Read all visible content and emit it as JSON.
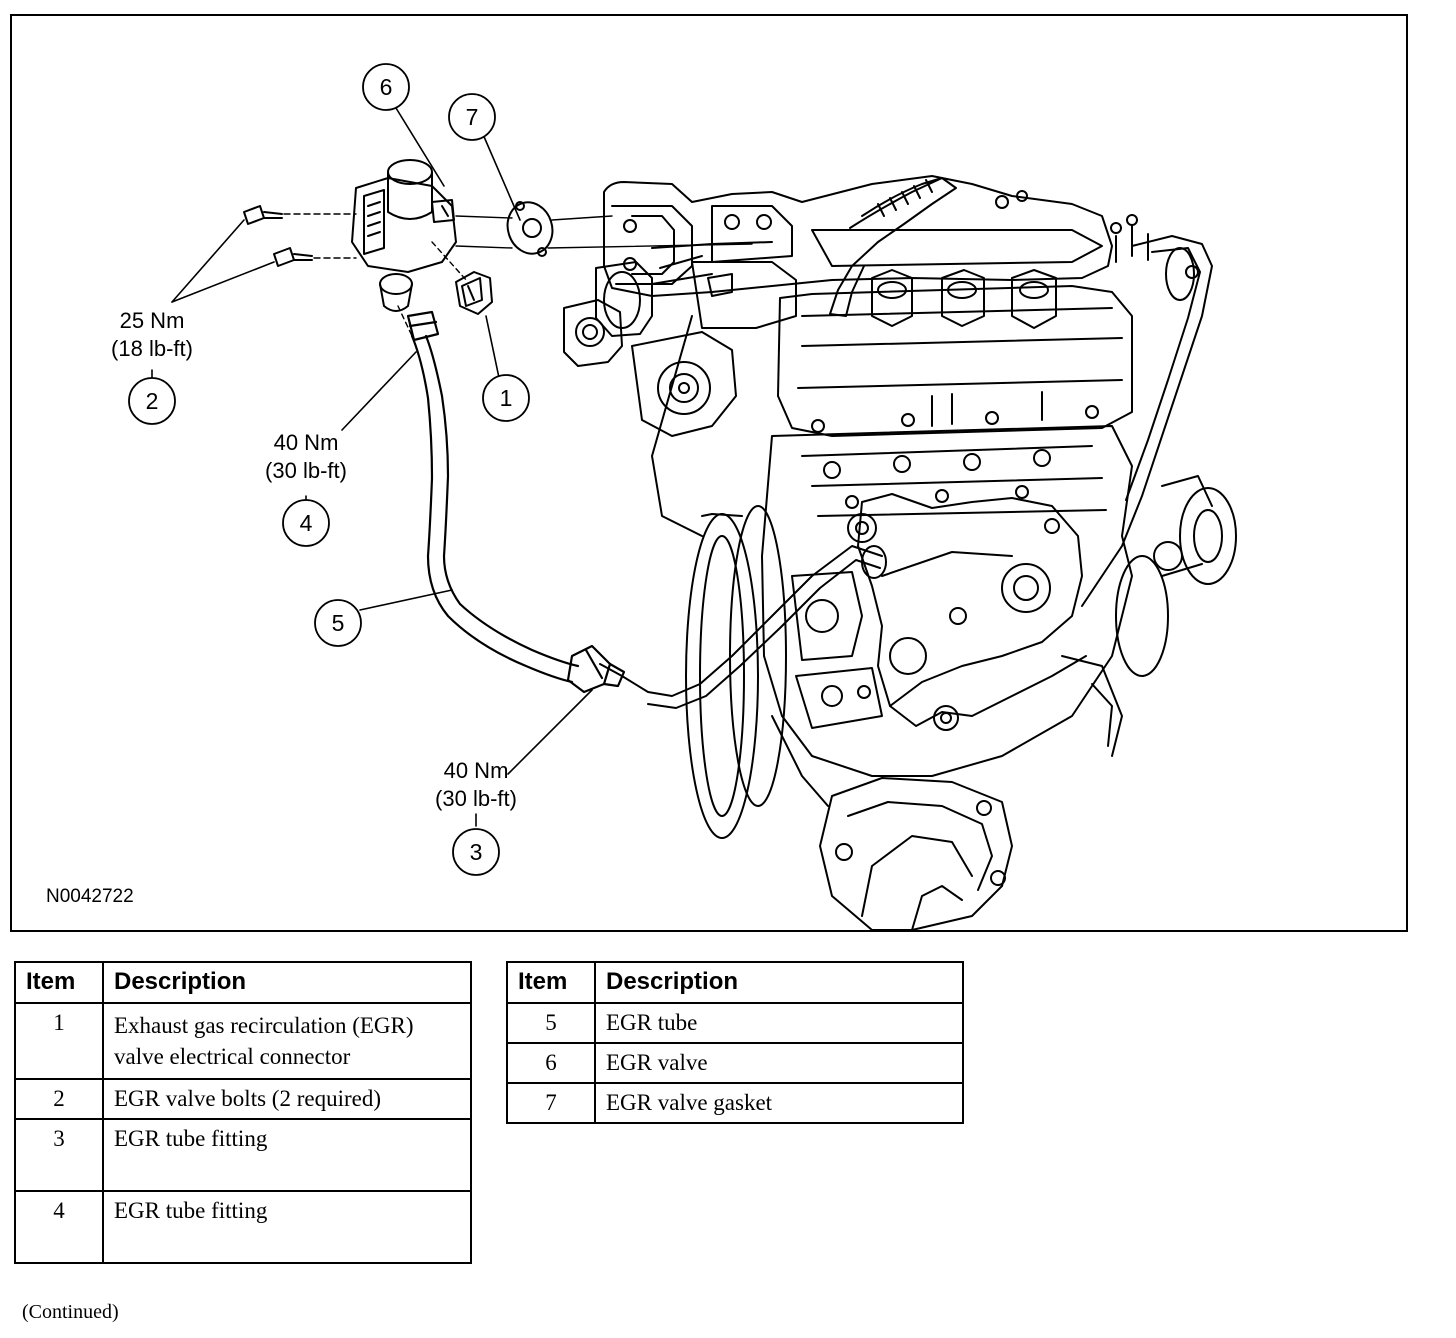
{
  "figure": {
    "id": "N0042722",
    "callouts": [
      {
        "num": "1"
      },
      {
        "num": "2"
      },
      {
        "num": "3"
      },
      {
        "num": "4"
      },
      {
        "num": "5"
      },
      {
        "num": "6"
      },
      {
        "num": "7"
      }
    ],
    "torque": {
      "egr_valve_bolts": {
        "nm": "25 Nm",
        "lbft": "(18 lb-ft)"
      },
      "fitting_upper": {
        "nm": "40 Nm",
        "lbft": "(30 lb-ft)"
      },
      "fitting_lower": {
        "nm": "40 Nm",
        "lbft": "(30 lb-ft)"
      }
    }
  },
  "legend_left": {
    "headers": [
      "Item",
      "Description"
    ],
    "rows": [
      {
        "item": "1",
        "description": "Exhaust gas recirculation (EGR) valve electrical connector"
      },
      {
        "item": "2",
        "description": "EGR valve bolts (2 required)"
      },
      {
        "item": "3",
        "description": "EGR tube fitting"
      },
      {
        "item": "4",
        "description": "EGR tube fitting"
      }
    ]
  },
  "legend_right": {
    "headers": [
      "Item",
      "Description"
    ],
    "rows": [
      {
        "item": "5",
        "description": "EGR tube"
      },
      {
        "item": "6",
        "description": "EGR valve"
      },
      {
        "item": "7",
        "description": "EGR valve gasket"
      }
    ]
  },
  "footer": {
    "continued": "(Continued)"
  }
}
